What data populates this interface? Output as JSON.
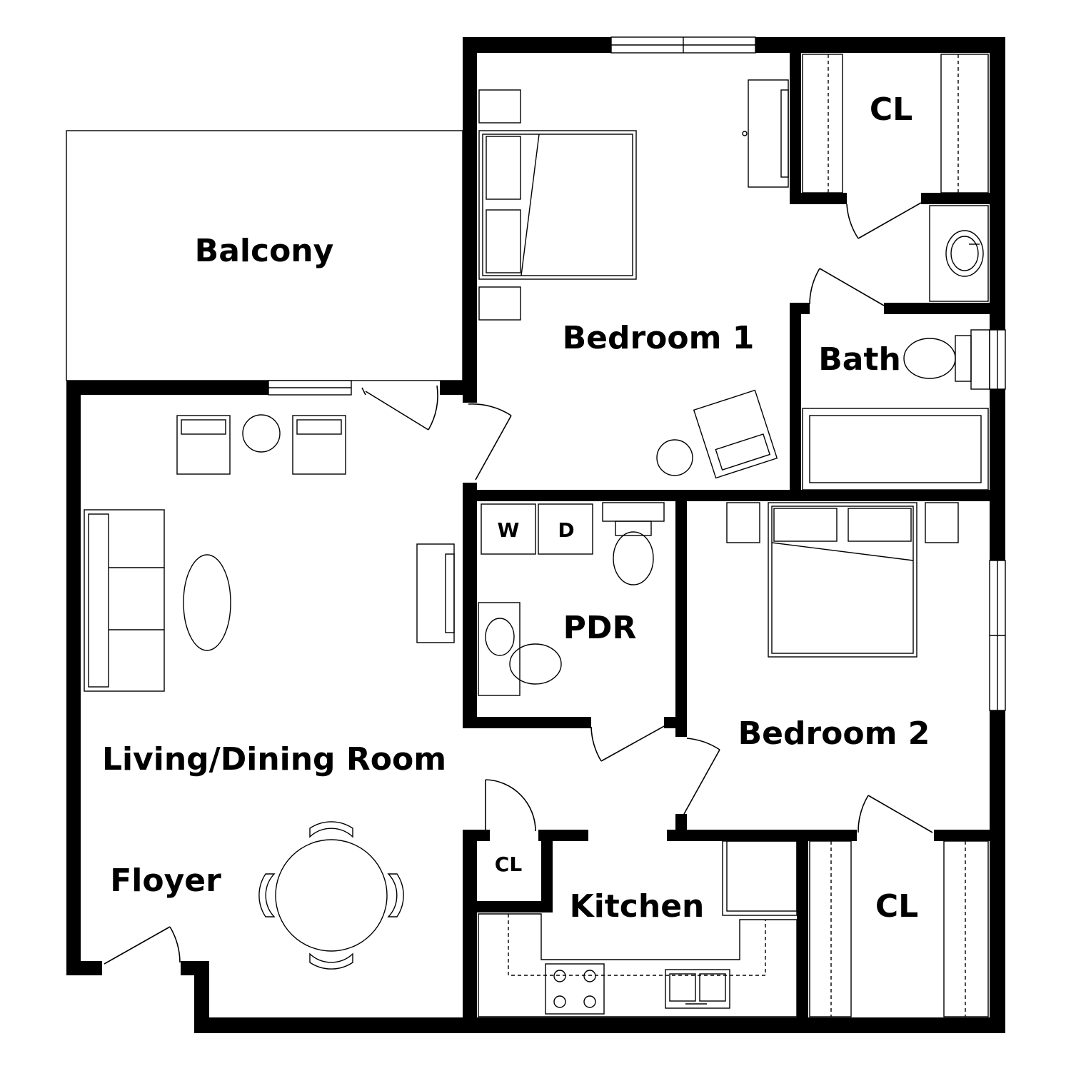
{
  "rooms": {
    "balcony": "Balcony",
    "bedroom1": "Bedroom 1",
    "closet_top": "CL",
    "bath": "Bath",
    "washer": "W",
    "dryer": "D",
    "pdr": "PDR",
    "bedroom2": "Bedroom 2",
    "living_dining": "Living/Dining Room",
    "foyer": "Floyer",
    "closet_small": "CL",
    "kitchen": "Kitchen",
    "closet_bottom": "CL"
  },
  "colors": {
    "wall": "#000000",
    "background": "#ffffff"
  }
}
